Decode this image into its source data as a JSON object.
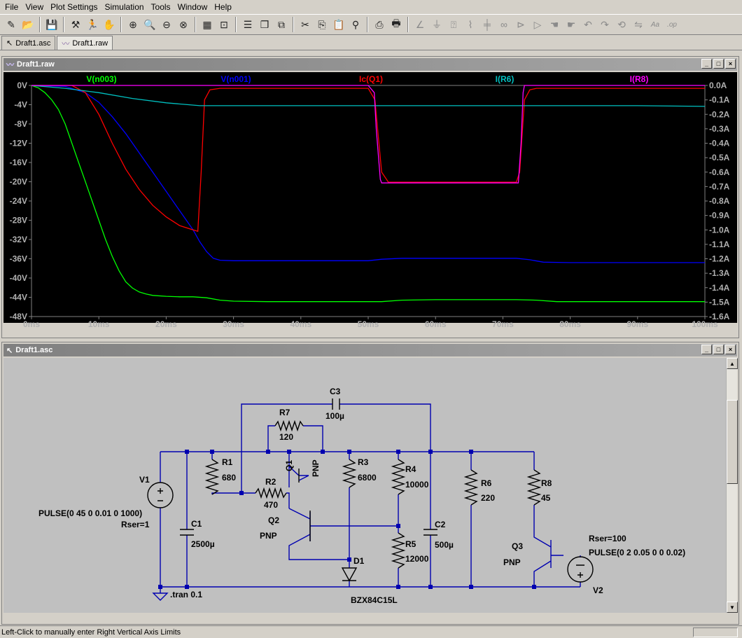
{
  "menu": [
    "File",
    "View",
    "Plot Settings",
    "Simulation",
    "Tools",
    "Window",
    "Help"
  ],
  "toolbar": {
    "icons": [
      "new-schematic-icon",
      "open-folder-icon",
      "save-icon",
      "settings-hammer-icon",
      "run-icon",
      "halt-hand-icon",
      "zoom-in-icon",
      "zoom-in-2-icon",
      "zoom-out-icon",
      "zoom-cancel-icon",
      "autorange-icon",
      "zoom-fit-icon",
      "tile-horizontal-icon",
      "cascade-icon",
      "tile-icon",
      "cut-icon",
      "copy-icon",
      "paste-icon",
      "find-icon",
      "print-setup-icon",
      "print-icon",
      "wire-icon",
      "ground-icon",
      "label-icon",
      "resistor-icon",
      "capacitor-icon",
      "inductor-icon",
      "diode-icon",
      "component-icon",
      "move-hand-icon",
      "drag-hand-icon",
      "undo-icon",
      "redo-icon",
      "rotate-icon",
      "mirror-icon",
      "text-icon",
      "spice-directive-icon"
    ]
  },
  "tabs": [
    {
      "label": "Draft1.asc",
      "icon": "schematic-tab-icon"
    },
    {
      "label": "Draft1.raw",
      "icon": "waveform-tab-icon"
    }
  ],
  "waveform_window": {
    "title": "Draft1.raw"
  },
  "schematic_window": {
    "title": "Draft1.asc"
  },
  "chart_data": {
    "type": "line",
    "title": "",
    "xlabel": "",
    "ylabel": "",
    "x_ticks": [
      "0ms",
      "10ms",
      "20ms",
      "30ms",
      "40ms",
      "50ms",
      "60ms",
      "70ms",
      "80ms",
      "90ms",
      "100ms"
    ],
    "xlim": [
      0,
      100
    ],
    "y_left_ticks": [
      "0V",
      "-4V",
      "-8V",
      "-12V",
      "-16V",
      "-20V",
      "-24V",
      "-28V",
      "-32V",
      "-36V",
      "-40V",
      "-44V",
      "-48V"
    ],
    "ylim_left": [
      -48,
      0
    ],
    "y_right_ticks": [
      "0.0A",
      "-0.1A",
      "-0.2A",
      "-0.3A",
      "-0.4A",
      "-0.5A",
      "-0.6A",
      "-0.7A",
      "-0.8A",
      "-0.9A",
      "-1.0A",
      "-1.1A",
      "-1.2A",
      "-1.3A",
      "-1.4A",
      "-1.5A",
      "-1.6A"
    ],
    "ylim_right": [
      -1.6,
      0
    ],
    "grid": false,
    "legend": "top",
    "series": [
      {
        "name": "V(n003)",
        "color": "#00ff00",
        "axis": "left",
        "x": [
          0,
          1,
          2,
          3,
          4,
          5,
          6,
          7,
          8,
          9,
          10,
          11,
          12,
          13,
          14,
          15,
          16,
          17,
          18,
          20,
          22,
          24,
          26,
          28,
          30,
          35,
          40,
          45,
          50,
          52,
          55,
          60,
          65,
          70,
          72,
          75,
          78,
          80,
          85,
          90,
          95,
          100
        ],
        "y": [
          0,
          -0.5,
          -1.5,
          -3,
          -5,
          -8,
          -12,
          -16,
          -20,
          -24,
          -28,
          -32,
          -35.5,
          -38.5,
          -40.8,
          -42.1,
          -42.9,
          -43.3,
          -43.6,
          -43.8,
          -43.9,
          -43.9,
          -44.1,
          -44.6,
          -44.8,
          -44.9,
          -44.9,
          -44.9,
          -44.9,
          -44.9,
          -44.6,
          -44.5,
          -44.5,
          -44.5,
          -44.5,
          -44.6,
          -44.9,
          -44.9,
          -44.9,
          -44.9,
          -44.9,
          -44.9
        ]
      },
      {
        "name": "V(n001)",
        "color": "#0000ff",
        "axis": "left",
        "x": [
          0,
          5,
          8,
          10,
          12,
          14,
          16,
          18,
          20,
          22,
          24,
          25,
          26,
          27,
          28,
          30,
          35,
          40,
          45,
          50,
          52,
          55,
          60,
          65,
          70,
          72,
          74,
          76,
          80,
          85,
          90,
          95,
          100
        ],
        "y": [
          0,
          -0.2,
          -1.5,
          -3.5,
          -6.5,
          -10,
          -14,
          -18,
          -22,
          -26,
          -30,
          -32.5,
          -34.5,
          -35.9,
          -36.3,
          -36.4,
          -36.4,
          -36.4,
          -36.4,
          -36.4,
          -36.1,
          -35.9,
          -35.9,
          -35.9,
          -35.9,
          -35.9,
          -36.2,
          -36.7,
          -36.8,
          -36.8,
          -36.8,
          -36.8,
          -36.8
        ]
      },
      {
        "name": "Ic(Q1)",
        "color": "#ff0000",
        "axis": "right",
        "x": [
          0,
          6,
          8,
          10,
          12,
          14,
          16,
          18,
          20,
          22,
          24,
          24.7,
          25.2,
          25.7,
          26.5,
          28,
          30,
          40,
          50,
          51,
          52,
          53,
          60,
          70,
          72,
          72.5,
          73.2,
          74,
          75,
          80,
          90,
          100
        ],
        "y": [
          0,
          0,
          -0.05,
          -0.2,
          -0.4,
          -0.58,
          -0.72,
          -0.83,
          -0.91,
          -0.97,
          -1.0,
          -1.01,
          -0.6,
          -0.1,
          -0.03,
          -0.02,
          -0.02,
          -0.02,
          -0.02,
          -0.1,
          -0.6,
          -0.67,
          -0.67,
          -0.67,
          -0.67,
          -0.6,
          -0.1,
          -0.03,
          -0.02,
          -0.02,
          -0.02,
          -0.02
        ]
      },
      {
        "name": "I(R6)",
        "color": "#00c0c0",
        "axis": "right",
        "x": [
          0,
          5,
          10,
          15,
          20,
          25,
          26,
          30,
          40,
          50,
          60,
          70,
          80,
          90,
          100
        ],
        "y": [
          0,
          -0.02,
          -0.05,
          -0.09,
          -0.12,
          -0.14,
          -0.14,
          -0.14,
          -0.14,
          -0.14,
          -0.14,
          -0.14,
          -0.14,
          -0.14,
          -0.145
        ]
      },
      {
        "name": "I(R8)",
        "color": "#ff00ff",
        "axis": "right",
        "x": [
          0,
          50,
          50.9,
          51.2,
          51.8,
          52,
          60,
          70,
          72.3,
          72.7,
          73,
          73.2,
          100
        ],
        "y": [
          0,
          0,
          -0.05,
          -0.3,
          -0.65,
          -0.675,
          -0.675,
          -0.675,
          -0.675,
          -0.4,
          -0.05,
          0,
          0
        ]
      }
    ]
  },
  "schematic": {
    "components": [
      {
        "id": "V1",
        "labels": [
          "V1",
          "PULSE(0 45 0 0.01 0 1000)",
          "Rser=1"
        ]
      },
      {
        "id": "C1",
        "labels": [
          "C1",
          "2500µ"
        ]
      },
      {
        "id": "R1",
        "labels": [
          "R1",
          "680"
        ]
      },
      {
        "id": "R2",
        "labels": [
          "R2",
          "470"
        ]
      },
      {
        "id": "R7",
        "labels": [
          "R7",
          "120"
        ]
      },
      {
        "id": "C3",
        "labels": [
          "C3",
          "100µ"
        ]
      },
      {
        "id": "Q1",
        "labels": [
          "Q1",
          "PNP"
        ]
      },
      {
        "id": "Q2",
        "labels": [
          "Q2",
          "PNP"
        ]
      },
      {
        "id": "R3",
        "labels": [
          "R3",
          "6800"
        ]
      },
      {
        "id": "D1",
        "labels": [
          "D1",
          "BZX84C15L"
        ]
      },
      {
        "id": "R4",
        "labels": [
          "R4",
          "10000"
        ]
      },
      {
        "id": "R5",
        "labels": [
          "R5",
          "12000"
        ]
      },
      {
        "id": "C2",
        "labels": [
          "C2",
          "500µ"
        ]
      },
      {
        "id": "R6",
        "labels": [
          "R6",
          "220"
        ]
      },
      {
        "id": "R8",
        "labels": [
          "R8",
          "45"
        ]
      },
      {
        "id": "Q3",
        "labels": [
          "Q3",
          "PNP"
        ]
      },
      {
        "id": "V2",
        "labels": [
          "V2",
          "PULSE(0 2 0.05 0 0 0.02)",
          "Rser=100"
        ]
      }
    ],
    "directive": ".tran 0.1"
  },
  "status": {
    "text": "Left-Click to manually enter Right Vertical Axis Limits"
  }
}
